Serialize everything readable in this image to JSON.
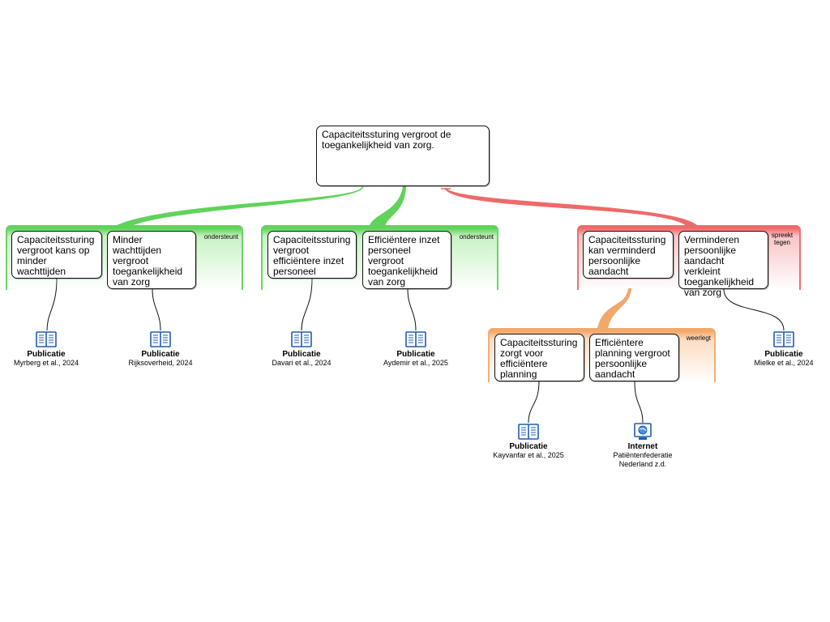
{
  "main_claim": "Capaciteitssturing vergroot de toegankelijkheid van zorg.",
  "groups": [
    {
      "label": "ondersteunt",
      "premises": [
        "Capaciteitssturing vergroot kans op minder wachttijden",
        "Minder wachttijden vergroot toegankelijkheid van zorg"
      ],
      "sources": [
        {
          "type": "Publicatie",
          "ref": "Myrberg et al., 2024"
        },
        {
          "type": "Publicatie",
          "ref": "Rijksoverheid, 2024"
        }
      ]
    },
    {
      "label": "ondersteunt",
      "premises": [
        "Capaciteitssturing vergroot efficiëntere inzet personeel",
        "Efficiëntere inzet personeel vergroot toegankelijkheid van zorg"
      ],
      "sources": [
        {
          "type": "Publicatie",
          "ref": "Davari et al., 2024"
        },
        {
          "type": "Publicatie",
          "ref": "Aydemir et al., 2025"
        }
      ]
    },
    {
      "label": "spreekt tegen",
      "premises": [
        "Capaciteitssturing kan verminderd persoonlijke aandacht",
        "Verminderen persoonlijke aandacht verkleint toegankelijkheid van zorg"
      ],
      "sources": [
        {
          "type": "Publicatie",
          "ref": "Mielke et al., 2024"
        }
      ]
    },
    {
      "label": "weerlegt",
      "premises": [
        "Capaciteitssturing zorgt voor efficiëntere planning",
        "Efficiëntere planning vergroot persoonlijke aandacht"
      ],
      "sources": [
        {
          "type": "Publicatie",
          "ref": "Kayvanfar et al., 2025"
        },
        {
          "type": "Internet",
          "ref": "Patiëntenfederatie Nederland z.d."
        }
      ]
    }
  ],
  "colors": {
    "support": "#5fd35a",
    "oppose": "#ee6a6a",
    "rebut": "#f2a86a",
    "icon_blue": "#1d5fb4"
  },
  "icons": {
    "publication": "book-icon",
    "internet": "monitor-globe-icon"
  }
}
